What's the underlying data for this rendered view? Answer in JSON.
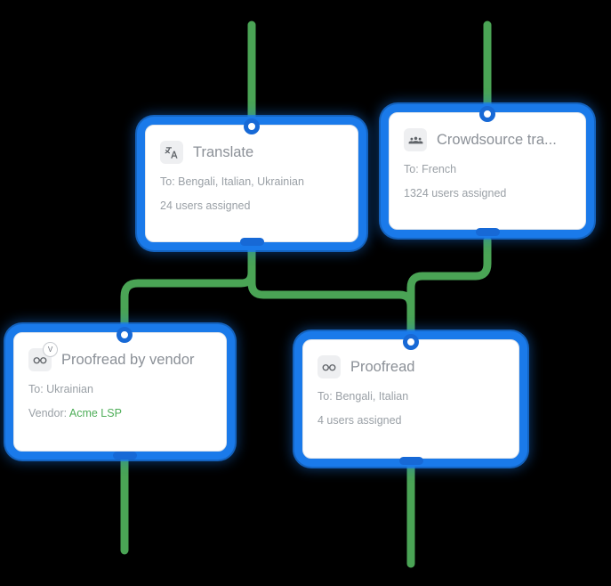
{
  "canvas": {
    "background": "#000000",
    "edge_color": "#4aa455",
    "node_accent": "#1a7aea",
    "port_color": "#1769d6"
  },
  "nodes": [
    {
      "id": "translate",
      "title": "Translate",
      "icon": "translate-icon",
      "lines": [
        {
          "text": "To: Bengali, Italian, Ukrainian"
        },
        {
          "text": "24 users assigned"
        }
      ]
    },
    {
      "id": "crowdsource",
      "title": "Crowdsource tra...",
      "icon": "people-group-icon",
      "lines": [
        {
          "text": "To: French"
        },
        {
          "text": "1324 users assigned"
        }
      ]
    },
    {
      "id": "proofread-vendor",
      "title": "Proofread by vendor",
      "icon": "glasses-vendor-icon",
      "badge": "V",
      "lines": [
        {
          "text": "To: Ukrainian"
        },
        {
          "label": "Vendor: ",
          "value": "Acme LSP",
          "value_color": "#4fae59"
        }
      ]
    },
    {
      "id": "proofread",
      "title": "Proofread",
      "icon": "glasses-icon",
      "lines": [
        {
          "text": "To: Bengali, Italian"
        },
        {
          "text": "4 users assigned"
        }
      ]
    }
  ]
}
